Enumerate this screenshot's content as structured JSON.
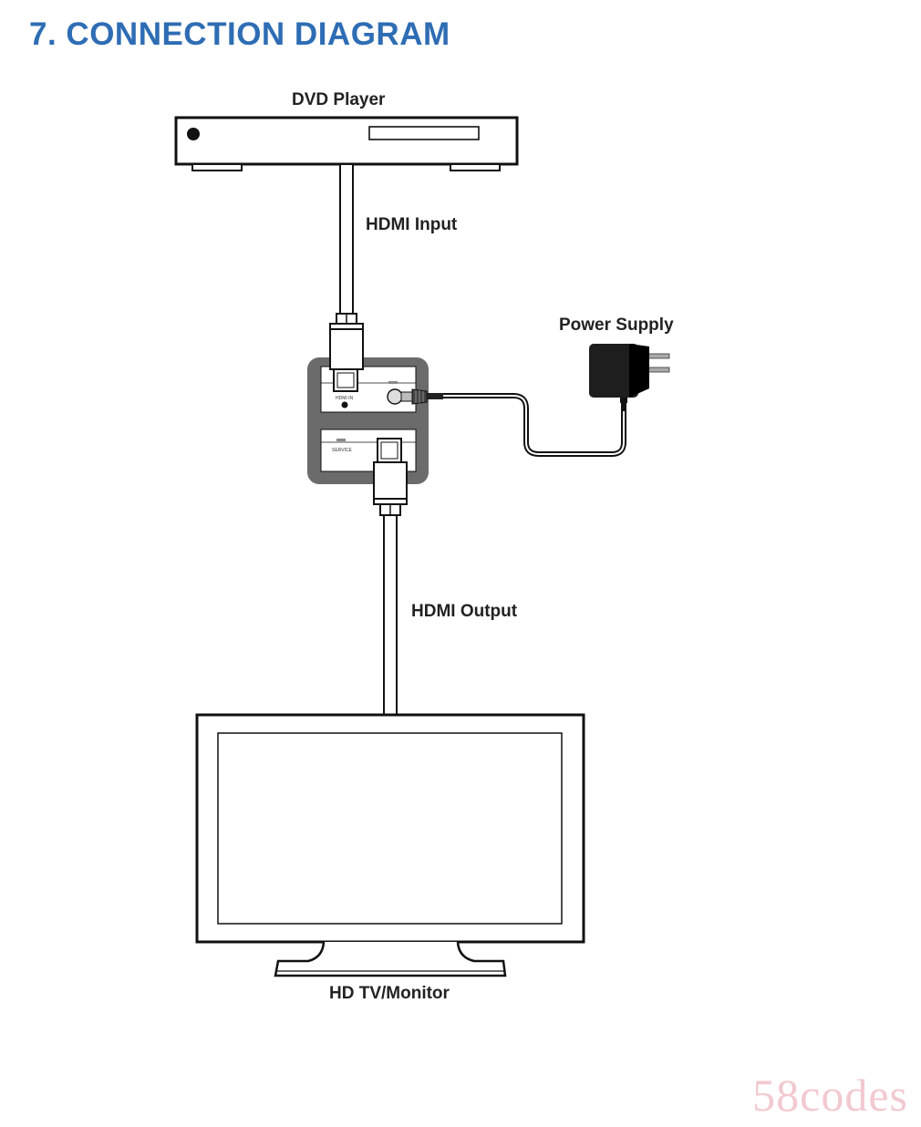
{
  "heading": "7. CONNECTION DIAGRAM",
  "labels": {
    "dvd_player": "DVD Player",
    "hdmi_input": "HDMI Input",
    "power_supply": "Power Supply",
    "hdmi_output": "HDMI Output",
    "tv_monitor": "HD TV/Monitor"
  },
  "device_ports": {
    "hdmi_in": "HDMI IN",
    "service": "SERVICE"
  },
  "watermark": "58codes",
  "colors": {
    "heading": "#2e6db4",
    "device_body": "#6b6b6b",
    "line": "#111111"
  }
}
